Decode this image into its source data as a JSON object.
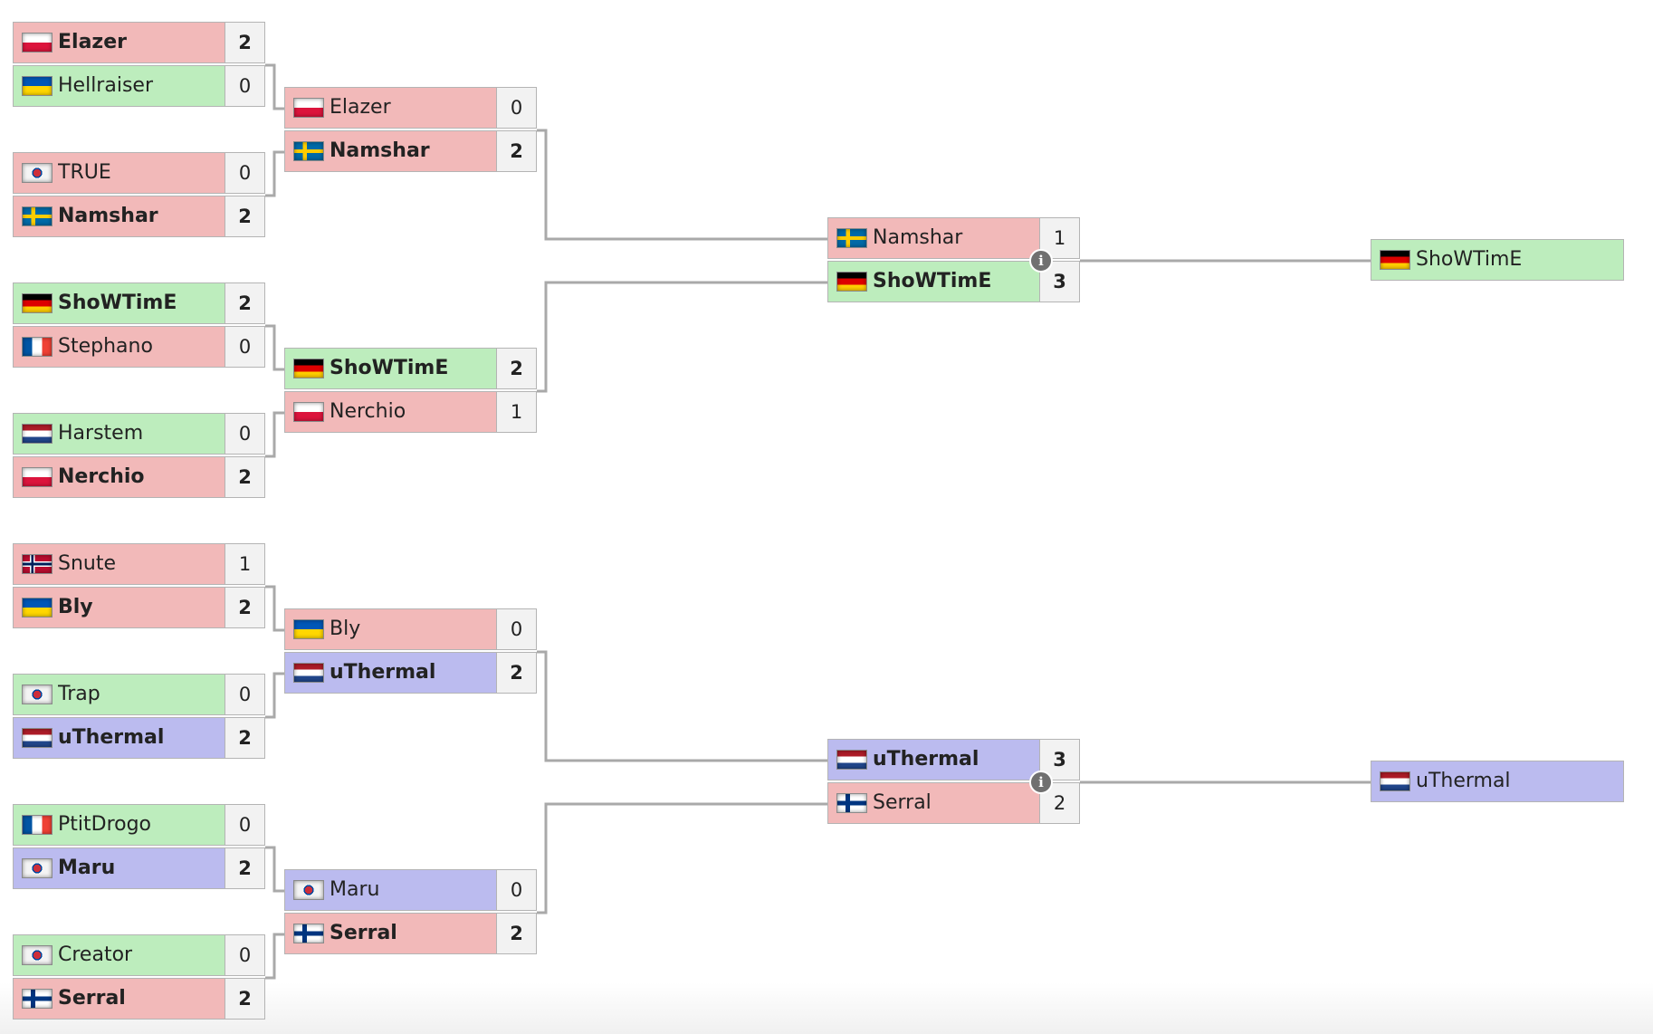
{
  "colors": {
    "red": "#f2b9b9",
    "green": "#bdedbd",
    "blue": "#bbbbef",
    "score_bg": "#f2f2f2",
    "line": "#a9a9a9"
  },
  "bracket": {
    "round_of_16": [
      {
        "players": [
          {
            "name": "Elazer",
            "flag": "flag-poland",
            "score": "2",
            "color": "red",
            "win": true
          },
          {
            "name": "Hellraiser",
            "flag": "flag-ukraine",
            "score": "0",
            "color": "green",
            "win": false
          }
        ]
      },
      {
        "players": [
          {
            "name": "TRUE",
            "flag": "flag-korea",
            "score": "0",
            "color": "red",
            "win": false
          },
          {
            "name": "Namshar",
            "flag": "flag-sweden",
            "score": "2",
            "color": "red",
            "win": true
          }
        ]
      },
      {
        "players": [
          {
            "name": "ShoWTimE",
            "flag": "flag-germany",
            "score": "2",
            "color": "green",
            "win": true
          },
          {
            "name": "Stephano",
            "flag": "flag-france",
            "score": "0",
            "color": "red",
            "win": false
          }
        ]
      },
      {
        "players": [
          {
            "name": "Harstem",
            "flag": "flag-netherlands",
            "score": "0",
            "color": "green",
            "win": false
          },
          {
            "name": "Nerchio",
            "flag": "flag-poland",
            "score": "2",
            "color": "red",
            "win": true
          }
        ]
      },
      {
        "players": [
          {
            "name": "Snute",
            "flag": "flag-norway",
            "score": "1",
            "color": "red",
            "win": false
          },
          {
            "name": "Bly",
            "flag": "flag-ukraine",
            "score": "2",
            "color": "red",
            "win": true
          }
        ]
      },
      {
        "players": [
          {
            "name": "Trap",
            "flag": "flag-korea",
            "score": "0",
            "color": "green",
            "win": false
          },
          {
            "name": "uThermal",
            "flag": "flag-netherlands",
            "score": "2",
            "color": "blue",
            "win": true
          }
        ]
      },
      {
        "players": [
          {
            "name": "PtitDrogo",
            "flag": "flag-france",
            "score": "0",
            "color": "green",
            "win": false
          },
          {
            "name": "Maru",
            "flag": "flag-korea",
            "score": "2",
            "color": "blue",
            "win": true
          }
        ]
      },
      {
        "players": [
          {
            "name": "Creator",
            "flag": "flag-korea",
            "score": "0",
            "color": "green",
            "win": false
          },
          {
            "name": "Serral",
            "flag": "flag-finland",
            "score": "2",
            "color": "red",
            "win": true
          }
        ]
      }
    ],
    "quarterfinals": [
      {
        "players": [
          {
            "name": "Elazer",
            "flag": "flag-poland",
            "score": "0",
            "color": "red",
            "win": false
          },
          {
            "name": "Namshar",
            "flag": "flag-sweden",
            "score": "2",
            "color": "red",
            "win": true
          }
        ]
      },
      {
        "players": [
          {
            "name": "ShoWTimE",
            "flag": "flag-germany",
            "score": "2",
            "color": "green",
            "win": true
          },
          {
            "name": "Nerchio",
            "flag": "flag-poland",
            "score": "1",
            "color": "red",
            "win": false
          }
        ]
      },
      {
        "players": [
          {
            "name": "Bly",
            "flag": "flag-ukraine",
            "score": "0",
            "color": "red",
            "win": false
          },
          {
            "name": "uThermal",
            "flag": "flag-netherlands",
            "score": "2",
            "color": "blue",
            "win": true
          }
        ]
      },
      {
        "players": [
          {
            "name": "Maru",
            "flag": "flag-korea",
            "score": "0",
            "color": "blue",
            "win": false
          },
          {
            "name": "Serral",
            "flag": "flag-finland",
            "score": "2",
            "color": "red",
            "win": true
          }
        ]
      }
    ],
    "semifinals": [
      {
        "players": [
          {
            "name": "Namshar",
            "flag": "flag-sweden",
            "score": "1",
            "color": "red",
            "win": false
          },
          {
            "name": "ShoWTimE",
            "flag": "flag-germany",
            "score": "3",
            "color": "green",
            "win": true
          }
        ]
      },
      {
        "players": [
          {
            "name": "uThermal",
            "flag": "flag-netherlands",
            "score": "3",
            "color": "blue",
            "win": true
          },
          {
            "name": "Serral",
            "flag": "flag-finland",
            "score": "2",
            "color": "red",
            "win": false
          }
        ]
      }
    ],
    "advancing": [
      {
        "name": "ShoWTimE",
        "flag": "flag-germany",
        "color": "green"
      },
      {
        "name": "uThermal",
        "flag": "flag-netherlands",
        "color": "blue"
      }
    ],
    "info_icon": "i"
  }
}
